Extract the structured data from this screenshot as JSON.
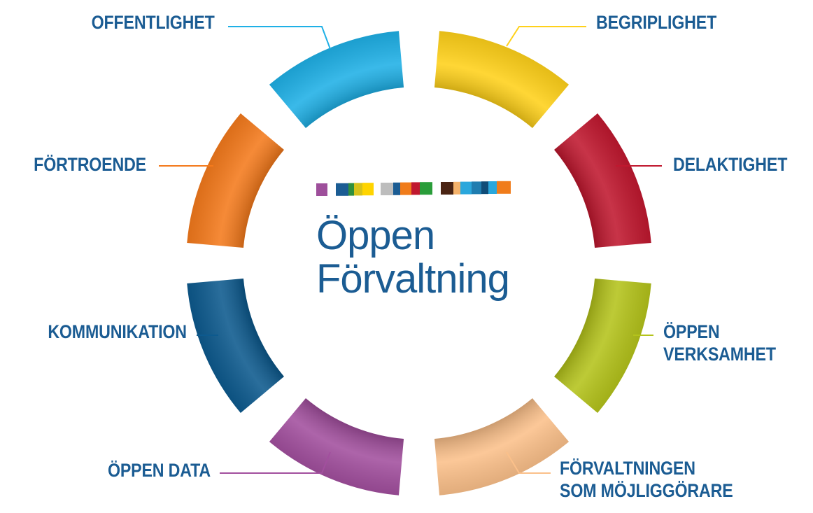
{
  "center": {
    "line1": "Öppen",
    "line2": "Förvaltning"
  },
  "colors": {
    "text": "#1b5c93"
  },
  "color_strip": [
    "#9e4f9b",
    "#1b5c93",
    "#2f8f3d",
    "#d6c21a",
    "#ffd400",
    "#bdbdbd",
    "#1b5c93",
    "#f07c1b",
    "#c0182f",
    "#2a9d3a",
    "#4a2413",
    "#f4b26b",
    "#2aa7dc",
    "#1f7db0",
    "#0f4c78",
    "#2aa7dc",
    "#f07c1b"
  ],
  "segments": [
    {
      "key": "offentlighet",
      "label": "OFFENTLIGHET",
      "color": "#1fb0e6",
      "side": "left"
    },
    {
      "key": "begriplighet",
      "label": "BEGRIPLIGHET",
      "color": "#ffd11a",
      "side": "right"
    },
    {
      "key": "delaktighet",
      "label": "DELAKTIGHET",
      "color": "#c0182f",
      "side": "right"
    },
    {
      "key": "oppen-verksamhet",
      "label": [
        "ÖPPEN",
        "VERKSAMHET"
      ],
      "color": "#b4c31b",
      "side": "right"
    },
    {
      "key": "forvaltningen",
      "label": [
        "FÖRVALTNINGEN",
        "SOM MÖJLIGGÖRARE"
      ],
      "color": "#fbc08a",
      "side": "right"
    },
    {
      "key": "oppen-data",
      "label": "ÖPPEN DATA",
      "color": "#a24f9e",
      "side": "left"
    },
    {
      "key": "kommunikation",
      "label": "KOMMUNIKATION",
      "color": "#0d5a8e",
      "side": "left"
    },
    {
      "key": "fortroende",
      "label": "FÖRTROENDE",
      "color": "#f47a1c",
      "side": "left"
    }
  ]
}
